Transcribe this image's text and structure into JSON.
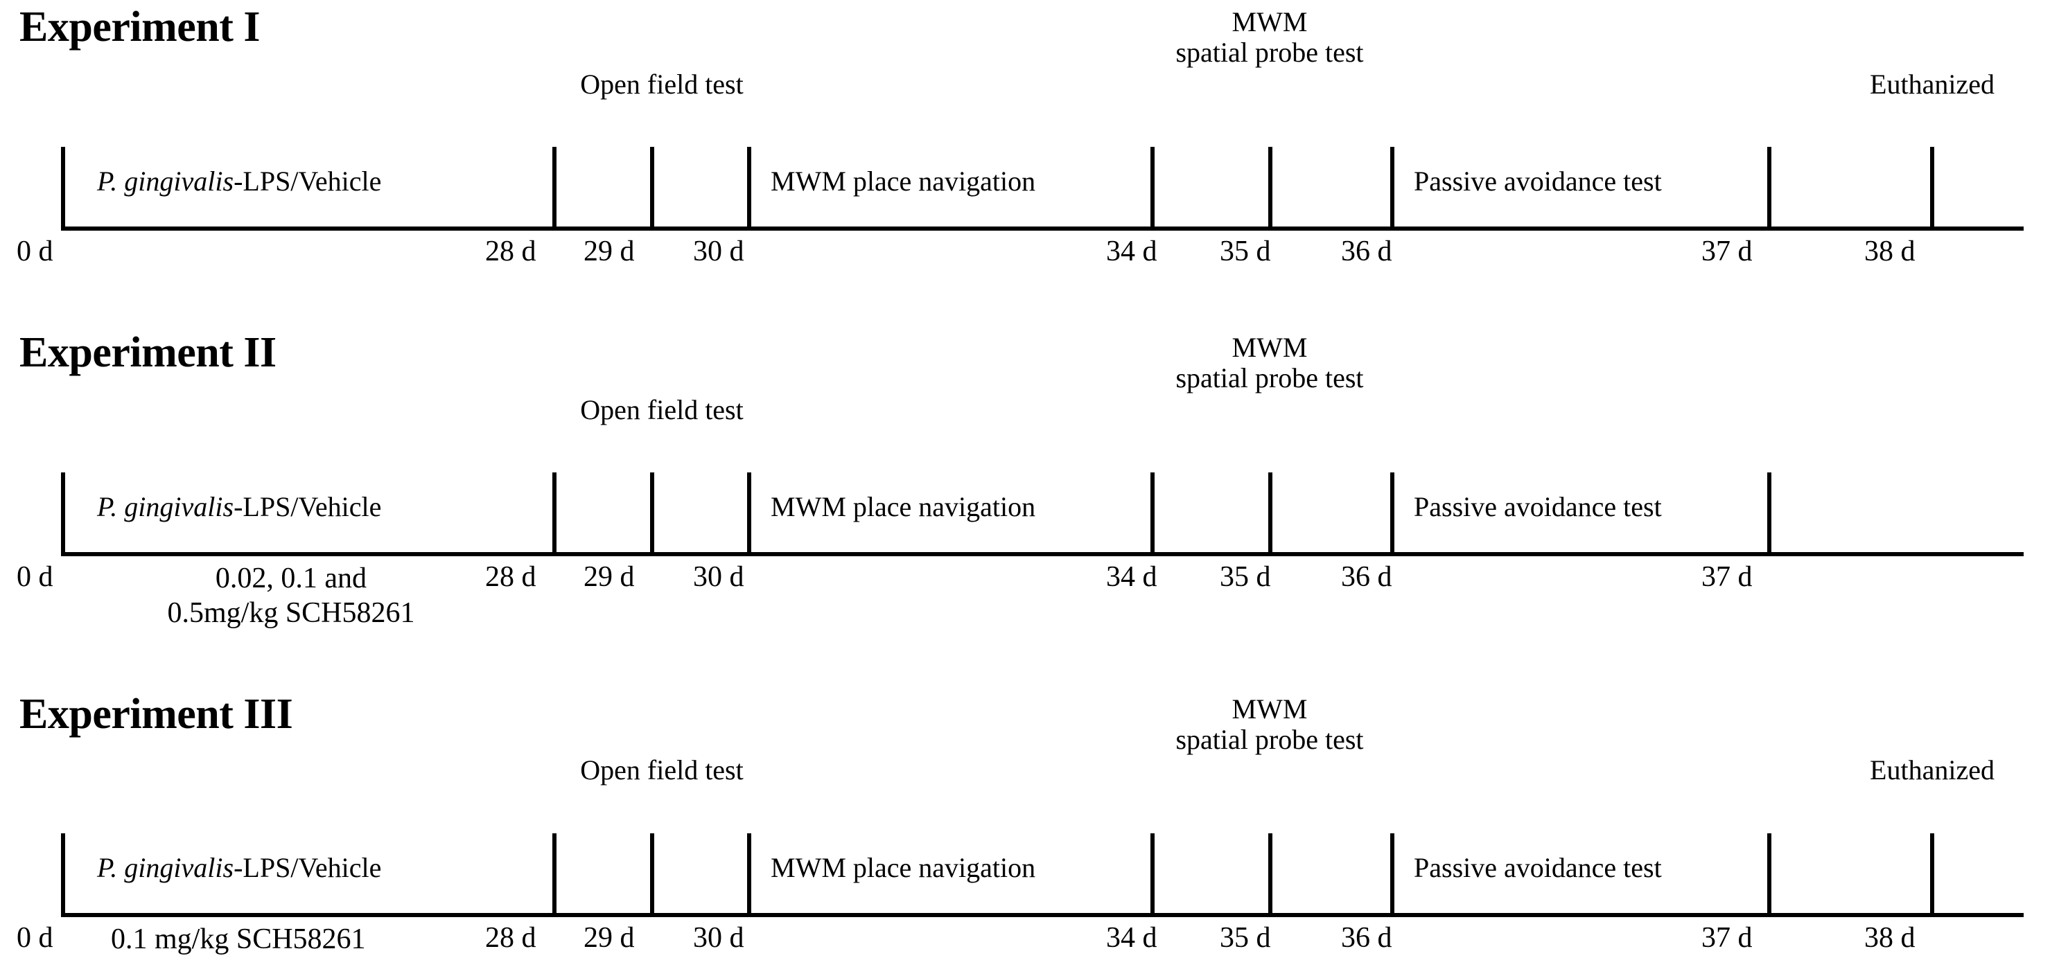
{
  "figure": {
    "kind": "experimental-timeline-diagram",
    "units": "d",
    "axis_color": "#000000",
    "background": "#ffffff"
  },
  "experiments": [
    {
      "id": "experiment-1",
      "title": "Experiment I",
      "top_labels": [
        {
          "name": "open-field-test",
          "line1": "Open field test",
          "line2": ""
        },
        {
          "name": "mwm-spatial-probe-test",
          "line1": "MWM",
          "line2": "spatial probe test"
        },
        {
          "name": "euthanized",
          "line1": "Euthanized",
          "line2": ""
        }
      ],
      "phases": [
        {
          "name": "pg-lps-vehicle",
          "lead_italic": "P. gingivalis",
          "rest": "-LPS/Vehicle"
        },
        {
          "name": "mwm-place-navigation",
          "lead_italic": "",
          "rest": "MWM place navigation"
        },
        {
          "name": "passive-avoidance-test",
          "lead_italic": "",
          "rest": "Passive avoidance test"
        }
      ],
      "day_labels": [
        "0 d",
        "28 d",
        "29 d",
        "30 d",
        "34 d",
        "35 d",
        "36 d",
        "37 d",
        "38 d"
      ],
      "ticks_days": [
        0,
        28,
        29,
        30,
        34,
        35,
        36,
        37,
        38
      ],
      "dose": null
    },
    {
      "id": "experiment-2",
      "title": "Experiment II",
      "top_labels": [
        {
          "name": "open-field-test",
          "line1": "Open field test",
          "line2": ""
        },
        {
          "name": "mwm-spatial-probe-test",
          "line1": "MWM",
          "line2": "spatial probe test"
        }
      ],
      "phases": [
        {
          "name": "pg-lps-vehicle",
          "lead_italic": "P. gingivalis",
          "rest": "-LPS/Vehicle"
        },
        {
          "name": "mwm-place-navigation",
          "lead_italic": "",
          "rest": "MWM place navigation"
        },
        {
          "name": "passive-avoidance-test",
          "lead_italic": "",
          "rest": "Passive avoidance test"
        }
      ],
      "day_labels": [
        "0 d",
        "28 d",
        "29 d",
        "30 d",
        "34 d",
        "35 d",
        "36 d",
        "37 d"
      ],
      "ticks_days": [
        0,
        28,
        29,
        30,
        34,
        35,
        36,
        37
      ],
      "dose": {
        "line1": "0.02, 0.1 and",
        "line2": "0.5mg/kg SCH58261"
      }
    },
    {
      "id": "experiment-3",
      "title": "Experiment III",
      "top_labels": [
        {
          "name": "open-field-test",
          "line1": "Open field test",
          "line2": ""
        },
        {
          "name": "mwm-spatial-probe-test",
          "line1": "MWM",
          "line2": "spatial probe test"
        },
        {
          "name": "euthanized",
          "line1": "Euthanized",
          "line2": ""
        }
      ],
      "phases": [
        {
          "name": "pg-lps-vehicle",
          "lead_italic": "P. gingivalis",
          "rest": "-LPS/Vehicle"
        },
        {
          "name": "mwm-place-navigation",
          "lead_italic": "",
          "rest": "MWM place navigation"
        },
        {
          "name": "passive-avoidance-test",
          "lead_italic": "",
          "rest": "Passive avoidance test"
        }
      ],
      "day_labels": [
        "0 d",
        "28 d",
        "29 d",
        "30 d",
        "34 d",
        "35 d",
        "36 d",
        "37 d",
        "38 d"
      ],
      "ticks_days": [
        0,
        28,
        29,
        30,
        34,
        35,
        36,
        37,
        38
      ],
      "dose": {
        "line1": "0.1 mg/kg SCH58261",
        "line2": ""
      }
    }
  ],
  "exp1": {
    "title": "Experiment I",
    "top": {
      "open_field": "Open field test",
      "mwm_l1": "MWM",
      "mwm_l2": "spatial probe test",
      "euthanized": "Euthanized"
    },
    "phase": {
      "pg_italic": "P. gingivalis",
      "pg_rest": "-LPS/Vehicle",
      "mwm_nav": "MWM place navigation",
      "passive": "Passive avoidance test"
    },
    "days": {
      "d0": "0 d",
      "d28": "28 d",
      "d29": "29 d",
      "d30": "30 d",
      "d34": "34 d",
      "d35": "35 d",
      "d36": "36 d",
      "d37": "37 d",
      "d38": "38 d"
    }
  },
  "exp2": {
    "title": "Experiment II",
    "top": {
      "open_field": "Open field test",
      "mwm_l1": "MWM",
      "mwm_l2": "spatial probe test"
    },
    "phase": {
      "pg_italic": "P. gingivalis",
      "pg_rest": "-LPS/Vehicle",
      "mwm_nav": "MWM place navigation",
      "passive": "Passive avoidance test"
    },
    "days": {
      "d0": "0 d",
      "d28": "28 d",
      "d29": "29 d",
      "d30": "30 d",
      "d34": "34 d",
      "d35": "35 d",
      "d36": "36 d",
      "d37": "37 d"
    },
    "dose_l1": "0.02, 0.1 and",
    "dose_l2": "0.5mg/kg SCH58261"
  },
  "exp3": {
    "title": "Experiment III",
    "top": {
      "open_field": "Open field test",
      "mwm_l1": "MWM",
      "mwm_l2": "spatial probe test",
      "euthanized": "Euthanized"
    },
    "phase": {
      "pg_italic": "P. gingivalis",
      "pg_rest": "-LPS/Vehicle",
      "mwm_nav": "MWM place navigation",
      "passive": "Passive avoidance test"
    },
    "days": {
      "d0": "0 d",
      "d28": "28 d",
      "d29": "29 d",
      "d30": "30 d",
      "d34": "34 d",
      "d35": "35 d",
      "d36": "36 d",
      "d37": "37 d",
      "d38": "38 d"
    },
    "dose": "0.1 mg/kg SCH58261"
  }
}
